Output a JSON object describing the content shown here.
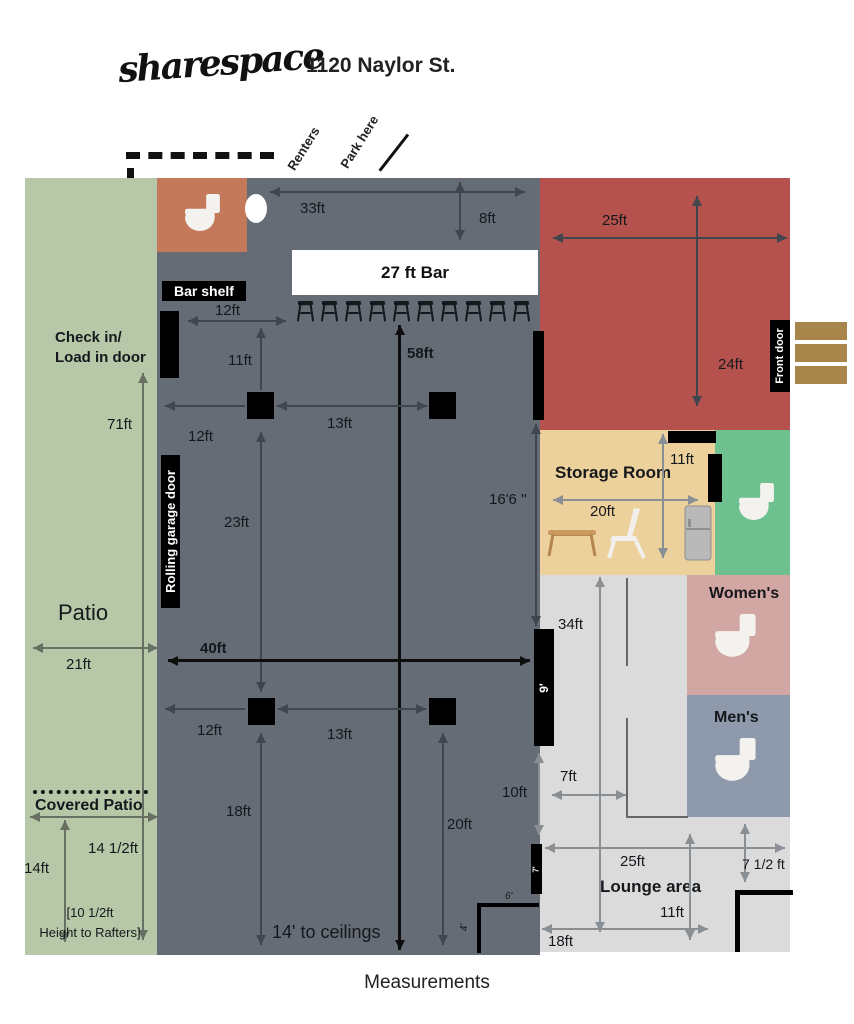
{
  "header": {
    "logo": "sharespace",
    "address": "1120 Naylor St.",
    "renters_label": "Renters",
    "park_label": "Park here"
  },
  "caption": "Measurements",
  "rooms": {
    "patio": "Patio",
    "covered_patio": "Covered Patio",
    "check_in_line1": "Check in/",
    "check_in_line2": "Load in door",
    "bar_shelf": "Bar shelf",
    "bar": "27 ft Bar",
    "rolling_door": "Rolling garage door",
    "front_door": "Front door",
    "storage": "Storage Room",
    "womens": "Women's",
    "mens": "Men's",
    "lounge": "Lounge area"
  },
  "measurements": {
    "top_width": "33ft",
    "top_depth": "8ft",
    "red_width": "25ft",
    "red_height": "24ft",
    "shelf_width": "12ft",
    "pillar_up": "11ft",
    "length": "58ft",
    "p1_left": "12ft",
    "p1_gap": "13ft",
    "p_span": "23ft",
    "east_wall": "16'6 ''",
    "patio_length": "71ft",
    "patio_width": "21ft",
    "main_width": "40ft",
    "p3_left": "12ft",
    "p3_gap": "13ft",
    "p3_down": "18ft",
    "p4_down": "20ft",
    "ceiling": "14' to ceilings",
    "hall_length": "34ft",
    "door_nine": "9'",
    "door_seven": "7'",
    "gap": "10ft",
    "hall_width": "7ft",
    "lounge_width": "25ft",
    "lounge_depth": "7 1/2 ft",
    "lounge_11": "11ft",
    "lounge_18": "18ft",
    "storage_height": "11ft",
    "storage_width": "20ft",
    "covered_height": "14 1/2ft",
    "covered_14": "14ft",
    "rafters_line1": "[10 1/2ft",
    "rafters_line2": "Height to Rafters]",
    "wall_six": "6'",
    "wall_four": "4'"
  },
  "colors": {
    "patio": "#b7c8a9",
    "toilet_room_orange": "#c3795a",
    "main_area": "#666c75",
    "red_room": "#b5524e",
    "storage_room": "#edd19c",
    "green_wc": "#6fc08f",
    "womens": "#d2a6a2",
    "mens": "#8e9aab",
    "hallway": "#dbdbdb",
    "steps": "#a8854b",
    "arrow_dark": "#41464e",
    "arrow_gray": "#8a8f94",
    "accent_black": "#111111"
  }
}
